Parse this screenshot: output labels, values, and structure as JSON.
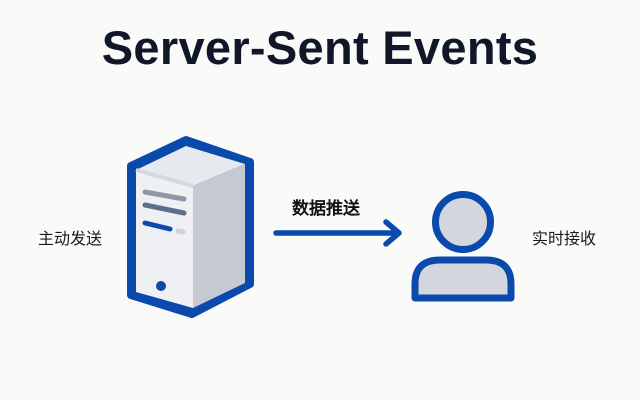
{
  "title": "Server-Sent Events",
  "labels": {
    "server_side": "主动发送",
    "arrow": "数据推送",
    "client_side": "实时接收"
  },
  "icons": {
    "server": "server-tower-icon",
    "arrow": "arrow-right-icon",
    "client": "user-icon"
  },
  "colors": {
    "background": "#fafaf8",
    "title": "#0f1729",
    "accent_blue": "#0b4aad",
    "server_front": "#eef0f4",
    "server_side": "#c4c9d2",
    "server_top": "#e6e9ee",
    "user_fill": "#d3d6dc",
    "slot_grey": "#8d97a8",
    "slot_dark": "#5b6e8e"
  }
}
